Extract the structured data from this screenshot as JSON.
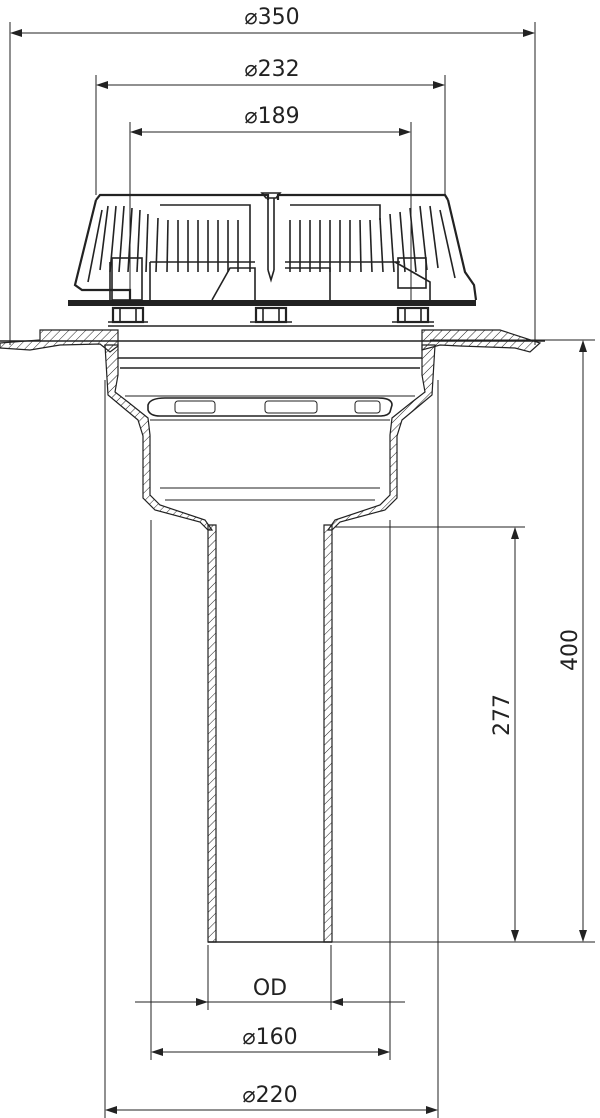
{
  "drawing": {
    "dimensions": {
      "dia_350": "⌀350",
      "dia_232": "⌀232",
      "dia_189": "⌀189",
      "od": "OD",
      "dia_160": "⌀160",
      "dia_220": "⌀220",
      "height_400": "400",
      "height_277": "277"
    },
    "colors": {
      "line": "#222222",
      "background": "#ffffff"
    }
  }
}
